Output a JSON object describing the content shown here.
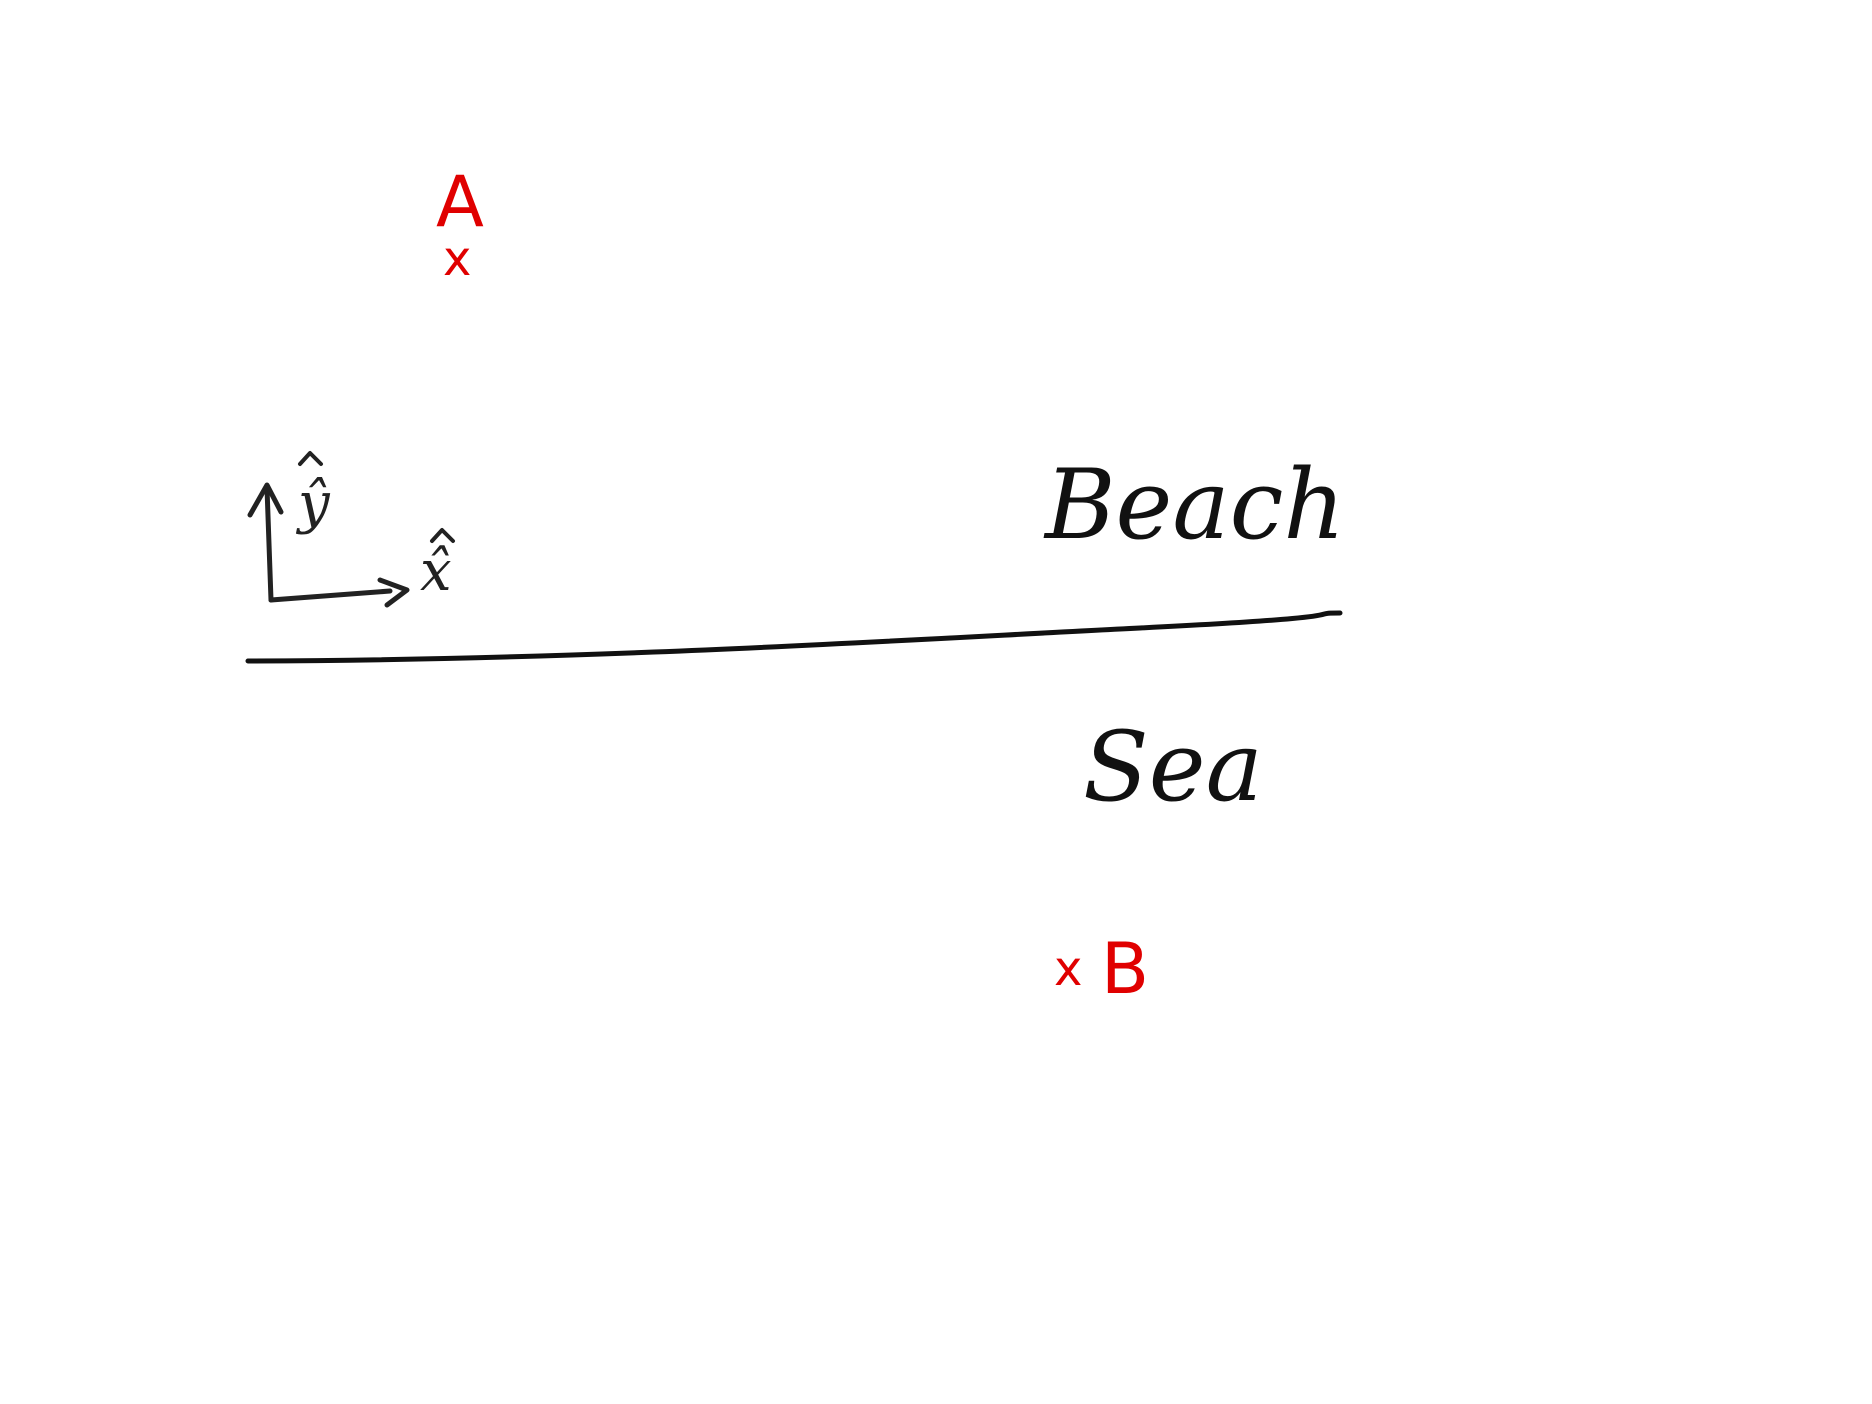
{
  "regions": {
    "upper_label": "Beach",
    "lower_label": "Sea"
  },
  "points": [
    {
      "label": "A",
      "marker": "x"
    },
    {
      "label": "B",
      "marker": "x"
    }
  ],
  "axes": {
    "x_label": "x̂",
    "y_label": "ŷ"
  },
  "colors": {
    "ink": "#111111",
    "points": "#e00000",
    "background": "#ffffff"
  }
}
